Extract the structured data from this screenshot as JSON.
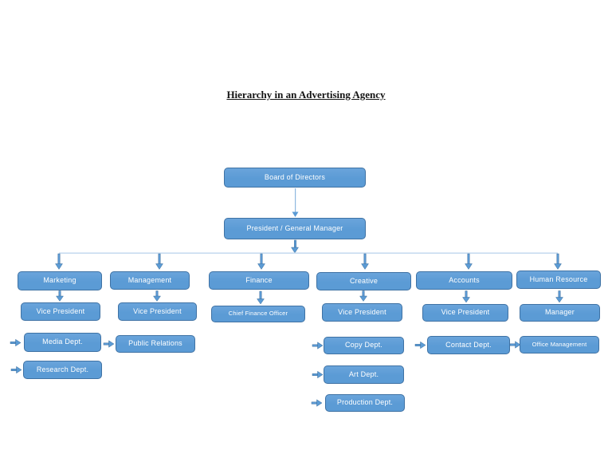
{
  "title": "Hierarchy in an Advertising Agency",
  "colors": {
    "box_fill": "#5B9BD5",
    "box_border": "#3F72A4",
    "box_text": "#FFFFFF",
    "thin_connector": "#8FB8E0",
    "branch_line": "#C7DBF0",
    "arrow": "#5B9BD5"
  },
  "nodes": {
    "board": "Board of Directors",
    "president": "President / General Manager",
    "columns": [
      {
        "head": "Marketing",
        "sub": "Vice President",
        "depts": [
          "Media Dept.",
          "Research Dept."
        ]
      },
      {
        "head": "Management",
        "sub": "Vice President",
        "depts": [
          "Public Relations"
        ]
      },
      {
        "head": "Finance",
        "sub": "Chief Finance Officer",
        "depts": []
      },
      {
        "head": "Creative",
        "sub": "Vice President",
        "depts": [
          "Copy Dept.",
          "Art Dept.",
          "Production Dept."
        ]
      },
      {
        "head": "Accounts",
        "sub": "Vice President",
        "depts": [
          "Contact Dept."
        ]
      },
      {
        "head": "Human Resource",
        "sub": "Manager",
        "depts": [
          "Office Management"
        ]
      }
    ]
  }
}
